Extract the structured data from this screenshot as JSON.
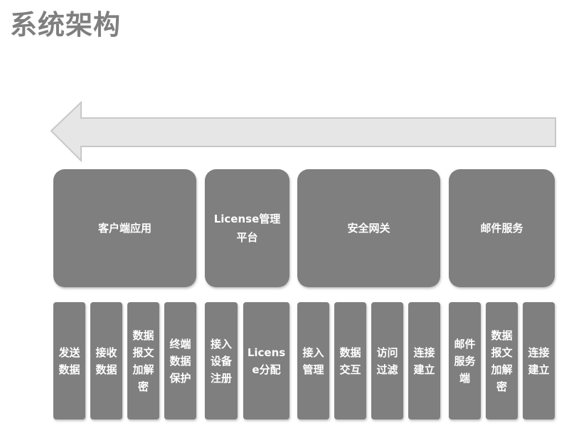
{
  "title": "系统架构",
  "top_modules": [
    {
      "label": "客户端应用"
    },
    {
      "label": "License管理平台"
    },
    {
      "label": "安全网关"
    },
    {
      "label": "邮件服务"
    }
  ],
  "sub_modules": [
    {
      "label": "发送\n数据"
    },
    {
      "label": "接收\n数据"
    },
    {
      "label": "数据\n报文\n加解\n密"
    },
    {
      "label": "终端\n数据\n保护"
    },
    {
      "label": "接入\n设备\n注册"
    },
    {
      "label": "Licens\ne分配"
    },
    {
      "label": "接入\n管理"
    },
    {
      "label": "数据\n交互"
    },
    {
      "label": "访问\n过滤"
    },
    {
      "label": "连接\n建立"
    },
    {
      "label": "邮件\n服务\n端"
    },
    {
      "label": "数据\n报文\n加解\n密"
    },
    {
      "label": "连接\n建立"
    }
  ]
}
